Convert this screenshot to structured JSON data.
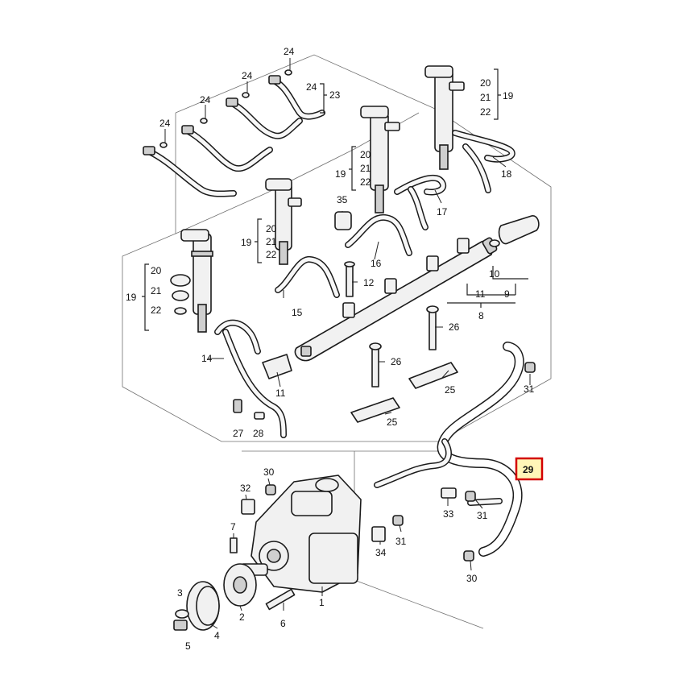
{
  "callouts": {
    "c1": "1",
    "c2": "2",
    "c3": "3",
    "c4": "4",
    "c5": "5",
    "c6": "6",
    "c7": "7",
    "c8": "8",
    "c9": "9",
    "c10": "10",
    "c11a": "11",
    "c11b": "11",
    "c12": "12",
    "c14": "14",
    "c15": "15",
    "c16": "16",
    "c17": "17",
    "c18": "18",
    "c19a": "19",
    "c19b": "19",
    "c19c": "19",
    "c19d": "19",
    "c20a": "20",
    "c20b": "20",
    "c20c": "20",
    "c20d": "20",
    "c21a": "21",
    "c21b": "21",
    "c21c": "21",
    "c21d": "21",
    "c22a": "22",
    "c22b": "22",
    "c22c": "22",
    "c22d": "22",
    "c23": "23",
    "c24a": "24",
    "c24b": "24",
    "c24c": "24",
    "c24d": "24",
    "c24e": "24",
    "c25a": "25",
    "c25b": "25",
    "c26a": "26",
    "c26b": "26",
    "c27": "27",
    "c28": "28",
    "c29": "29",
    "c30a": "30",
    "c30b": "30",
    "c31a": "31",
    "c31b": "31",
    "c31c": "31",
    "c32": "32",
    "c33": "33",
    "c34": "34",
    "c35": "35"
  },
  "highlighted_part": "29",
  "colors": {
    "highlight_border": "#d30000",
    "highlight_fill": "#fff6b8",
    "line": "#1b1b1b"
  }
}
